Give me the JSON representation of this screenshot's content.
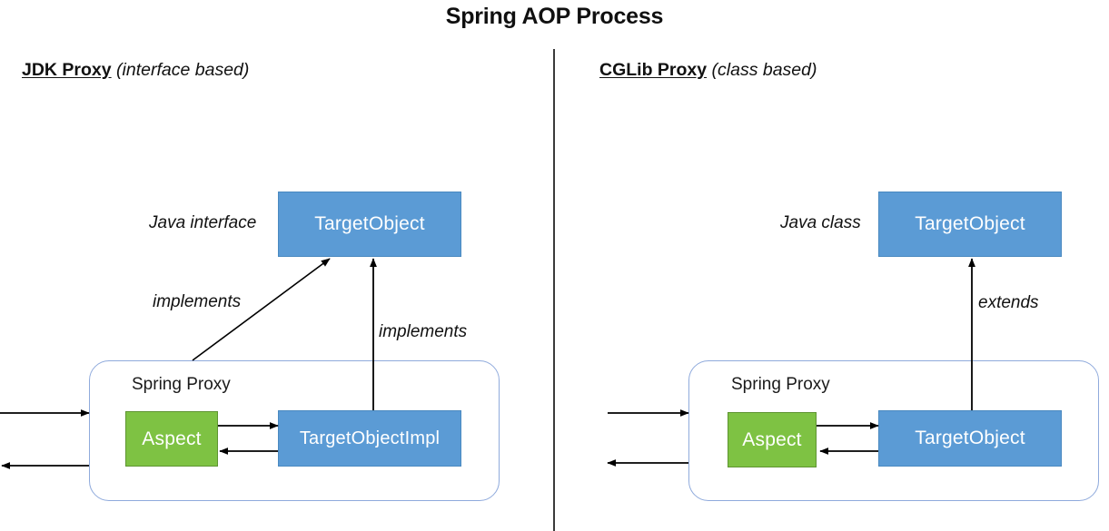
{
  "title": "Spring AOP Process",
  "left_panel": {
    "heading_strong": "JDK Proxy",
    "heading_italic": "(interface based)",
    "type_label": "Java interface",
    "interface_box": "TargetObject",
    "proxy_label": "Spring Proxy",
    "aspect_box": "Aspect",
    "impl_box": "TargetObjectImpl",
    "relation_diagonal": "implements",
    "relation_vertical": "implements"
  },
  "right_panel": {
    "heading_strong": "CGLib Proxy",
    "heading_italic": "(class based)",
    "type_label": "Java class",
    "class_box": "TargetObject",
    "proxy_label": "Spring Proxy",
    "aspect_box": "Aspect",
    "target_box": "TargetObject",
    "relation_vertical": "extends"
  },
  "colors": {
    "blue_fill": "#5B9BD5",
    "blue_stroke": "#4A89C0",
    "green_fill": "#7EC243",
    "green_stroke": "#5E9431",
    "proxy_border": "#8FAADC",
    "arrow": "#000000",
    "divider": "#3a3a3a",
    "text_dark": "#111111",
    "text_on_box": "#ffffff"
  }
}
